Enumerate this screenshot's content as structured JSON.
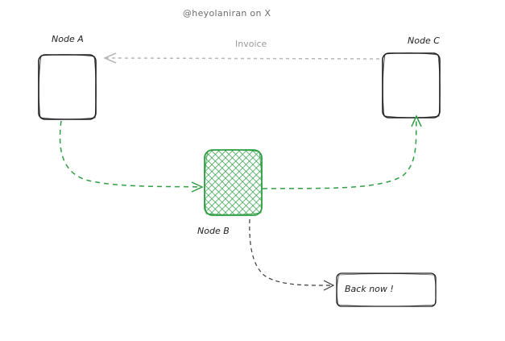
{
  "watermark": "@heyolaniran on X",
  "nodes": {
    "a": {
      "label": "Node A"
    },
    "b": {
      "label": "Node B"
    },
    "c": {
      "label": "Node C"
    }
  },
  "edges": {
    "c_to_a": {
      "label": "Invoice"
    }
  },
  "note": {
    "text": "Back now !"
  },
  "colors": {
    "stroke": "#1e1e1e",
    "accent_green": "#2f9e44",
    "muted_arrow": "#b8b8b8",
    "dashed_dark": "#3a3a3a"
  }
}
